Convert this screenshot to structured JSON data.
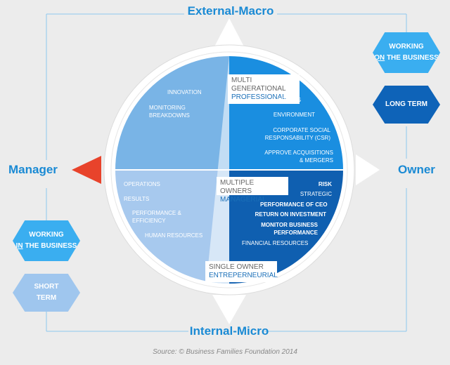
{
  "axes": {
    "top": "External-Macro",
    "bottom": "Internal-Micro",
    "left": "Manager",
    "right": "Owner"
  },
  "badges": {
    "working_on": {
      "pre": "WORKING",
      "emph": "ON",
      "post": "THE BUSINESS"
    },
    "long_term": "LONG TERM",
    "working_in": {
      "pre": "WORKING",
      "emph": "IN",
      "post": "THE BUSINESS"
    },
    "short_term": "SHORT TERM"
  },
  "quadrants": {
    "top_left": [
      "INNOVATION",
      "MONITORING BREAKDOWNS"
    ],
    "top_right": [
      "TRENDS",
      "ENVIRONMENT",
      "CORPORATE SOCIAL RESPONSABILITY (CSR)",
      "APPROVE ACQUISITIONS & MERGERS"
    ],
    "bottom_left": [
      "OPERATIONS",
      "RESULTS",
      "PERFORMANCE & EFFICIENCY",
      "HUMAN RESOURCES"
    ],
    "bottom_right_bold": [
      "RISK",
      "PERFORMANCE OF CEO",
      "RETURN ON INVESTMENT",
      "MONITOR BUSINESS PERFORMANCE"
    ],
    "bottom_right_normal": [
      "STRATEGIC",
      "FINANCIAL RESOURCES"
    ]
  },
  "ownership_labels": {
    "multi": {
      "line1": "MULTI GENERATIONAL",
      "line2": "PROFESSIONAL"
    },
    "multiple": {
      "line1": "MULTIPLE OWNERS",
      "line2": "MANAGERIAL"
    },
    "single": {
      "line1": "SINGLE OWNER",
      "line2": "ENTREPERNEURIAL"
    }
  },
  "source": "Source: © Business Families Foundation 2014",
  "colors": {
    "background": "#ececec",
    "accent": "#1a8ad4",
    "q_top_left": "#79b4e6",
    "q_top_right": "#1a8ee0",
    "q_bottom_left": "#a7c9ee",
    "q_bottom_right": "#0f5fb0",
    "arrow_left": "#e8432b",
    "arrow_grey": "#ffffff",
    "badge_light": "#3aaef0",
    "badge_dark": "#0e63b8",
    "badge_pale": "#9fc6ee"
  }
}
